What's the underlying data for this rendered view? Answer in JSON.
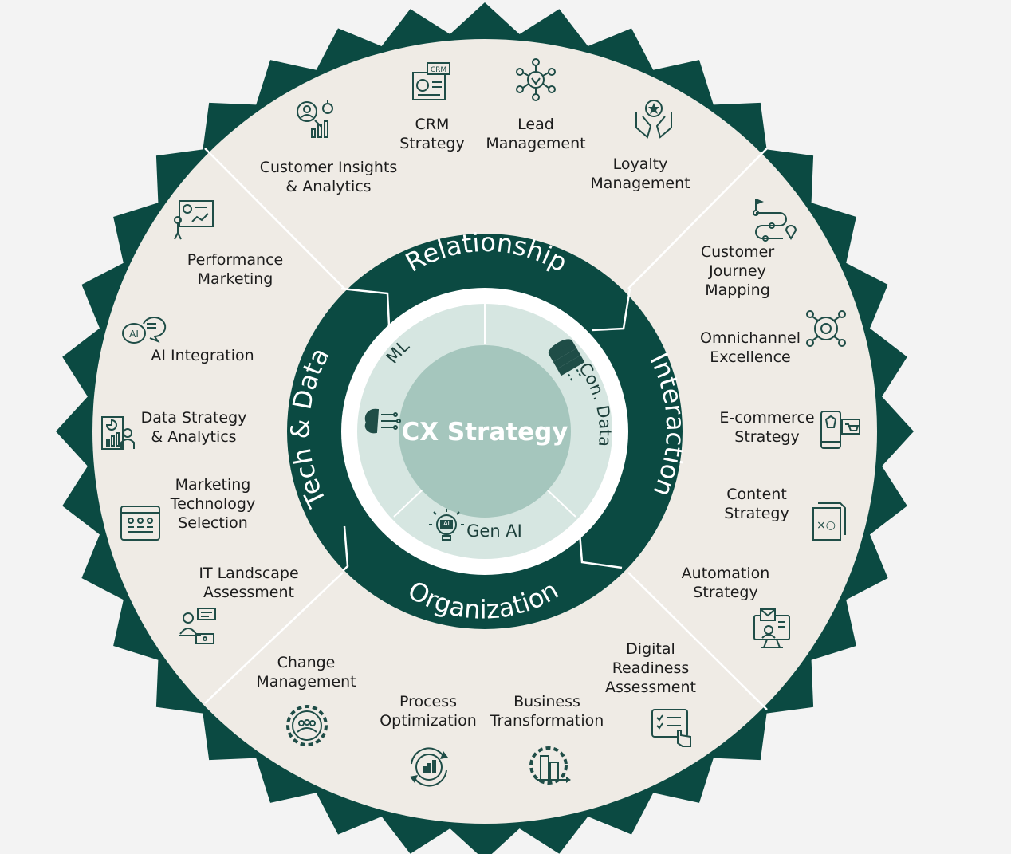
{
  "colors": {
    "dark_green": "#0b4a42",
    "beige": "#efebe5",
    "inner_light": "#d6e6e1",
    "center": "#a5c6bd",
    "icon": "#1f4d47",
    "text": "#1c1c1c"
  },
  "center": {
    "title": "CX Strategy"
  },
  "inner_ring": {
    "segments": [
      {
        "label": "ML",
        "icon": "brain-circuit-icon"
      },
      {
        "label": "Con. Data",
        "icon": "database-icon"
      },
      {
        "label": "Gen AI",
        "icon": "ai-lightbulb-icon"
      }
    ]
  },
  "dark_ring": {
    "labels": [
      "Relationship",
      "Interaction",
      "Organization",
      "Tech & Data"
    ]
  },
  "outer_items": {
    "relationship": [
      {
        "label": "Customer Insights\n& Analytics",
        "icon": "customer-insights-icon"
      },
      {
        "label": "CRM\nStrategy",
        "icon": "crm-icon"
      },
      {
        "label": "Lead\nManagement",
        "icon": "network-icon"
      },
      {
        "label": "Loyalty\nManagement",
        "icon": "hands-star-icon"
      }
    ],
    "interaction": [
      {
        "label": "Customer\nJourney\nMapping",
        "icon": "journey-map-icon"
      },
      {
        "label": "Omnichannel\nExcellence",
        "icon": "omnichannel-icon"
      },
      {
        "label": "E-commerce\nStrategy",
        "icon": "ecommerce-icon"
      },
      {
        "label": "Content\nStrategy",
        "icon": "content-strategy-icon"
      },
      {
        "label": "Automation\nStrategy",
        "icon": "automation-icon"
      }
    ],
    "organization": [
      {
        "label": "Change\nManagement",
        "icon": "team-gear-icon"
      },
      {
        "label": "Process\nOptimization",
        "icon": "process-cycle-icon"
      },
      {
        "label": "Business\nTransformation",
        "icon": "building-gear-icon"
      },
      {
        "label": "Digital\nReadiness\nAssessment",
        "icon": "checklist-touch-icon"
      }
    ],
    "tech_data": [
      {
        "label": "Performance\nMarketing",
        "icon": "presentation-icon"
      },
      {
        "label": "AI Integration",
        "icon": "ai-chat-icon"
      },
      {
        "label": "Data Strategy\n& Analytics",
        "icon": "data-analyst-icon"
      },
      {
        "label": "Marketing\nTechnology\nSelection",
        "icon": "tech-selection-icon"
      },
      {
        "label": "IT Landscape\nAssessment",
        "icon": "it-assessment-icon"
      }
    ]
  }
}
